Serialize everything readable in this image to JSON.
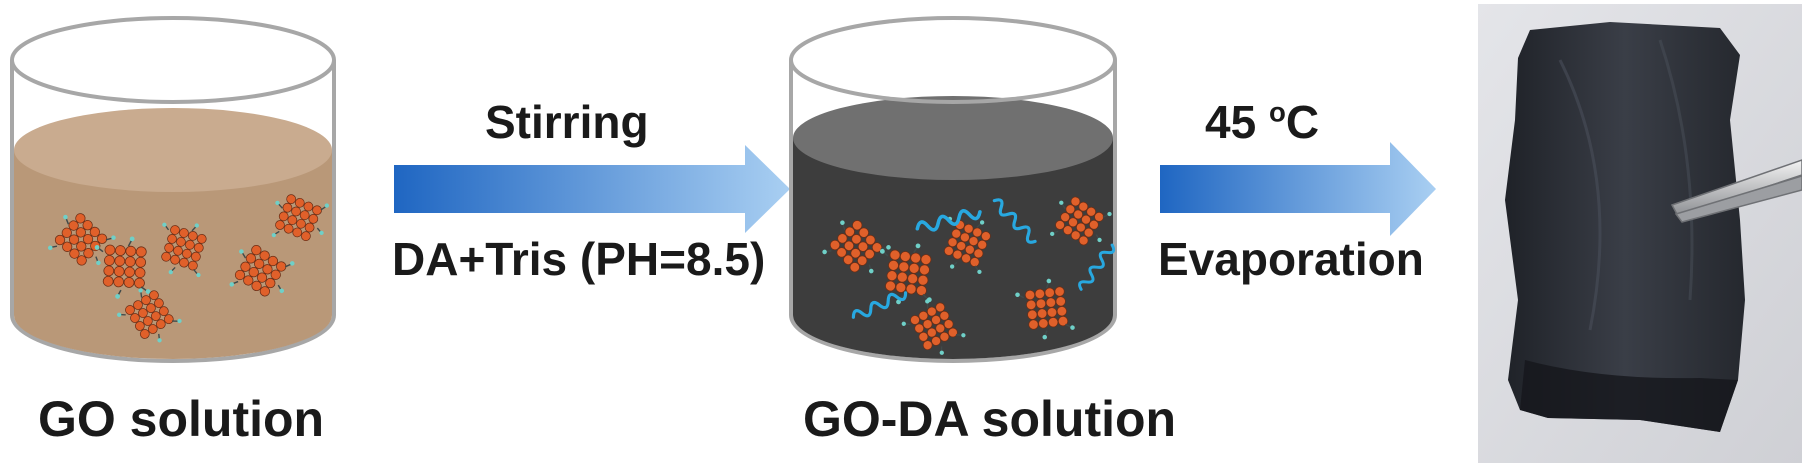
{
  "steps": {
    "go_beaker": {
      "label": "GO solution"
    },
    "mix_arrow": {
      "top_label": "Stirring",
      "bottom_label": "DA+Tris (PH=8.5)"
    },
    "goda_beaker": {
      "label": "GO-DA solution"
    },
    "dry_arrow": {
      "top_label_value": "45",
      "top_label_super": "o",
      "top_label_unit": "C",
      "bottom_label": "Evaporation"
    },
    "film_photo": {
      "label": ""
    }
  },
  "colors": {
    "go_liquid": "#b99878",
    "go_liquid_top": "#c9ab8f",
    "goda_liquid": "#3d3d3d",
    "goda_liquid_top": "#707070",
    "arrow_start": "#1f66c2",
    "arrow_end": "#a9cff2",
    "sheet": "#e0602a",
    "polymer": "#28a8e0",
    "photo_bg": "#d9dade",
    "film": "#2c2f36"
  },
  "icons": [
    "beaker-icon",
    "graphene-sheet-icon",
    "polydopamine-chain-icon",
    "arrow-icon",
    "tweezers-icon"
  ]
}
